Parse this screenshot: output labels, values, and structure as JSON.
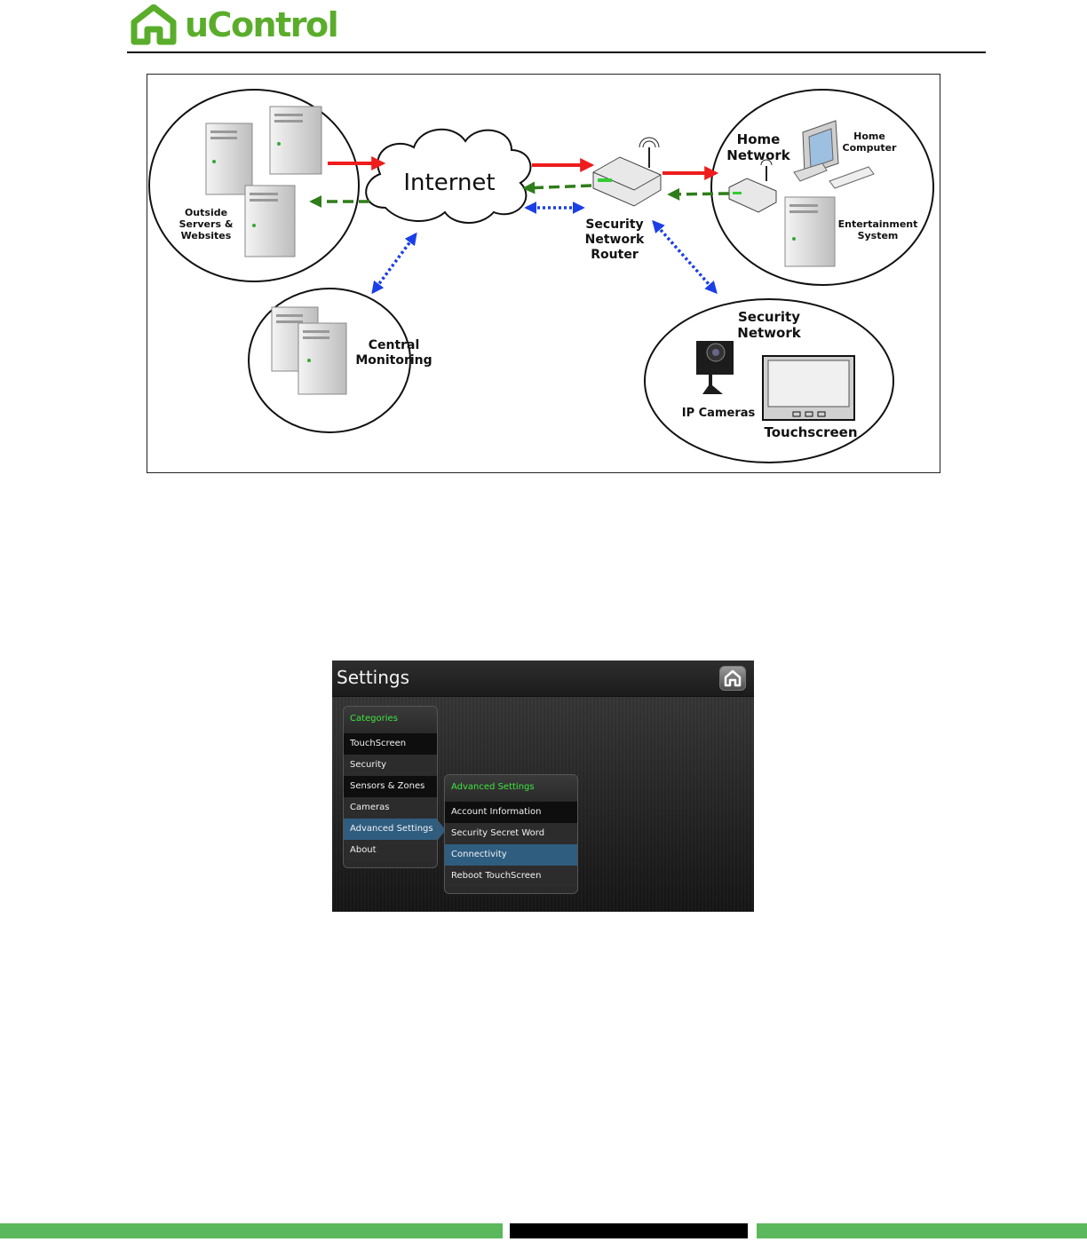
{
  "header": {
    "logo_text": "uControl",
    "brand_color": "#5aad2a"
  },
  "diagram": {
    "labels": {
      "internet": "Internet",
      "outside_servers": "Outside\nServers &\nWebsites",
      "home_network": "Home\nNetwork",
      "home_computer": "Home\nComputer",
      "entertainment_system": "Entertainment\nSystem",
      "security_network_router": "Security\nNetwork\nRouter",
      "central_monitoring": "Central\nMonitoring",
      "security_network": "Security\nNetwork",
      "ip_cameras": "IP Cameras",
      "touchscreen": "Touchscreen"
    },
    "colors": {
      "request_arrow": "#ee1c1c",
      "response_arrow": "#2e7d1a",
      "monitoring_link": "#1a3fe6"
    }
  },
  "settings_screen": {
    "title": "Settings",
    "home_icon": "home-icon",
    "categories": {
      "header": "Categories",
      "items": [
        "TouchScreen",
        "Security",
        "Sensors & Zones",
        "Cameras",
        "Advanced Settings",
        "About"
      ],
      "selected": "Advanced Settings"
    },
    "advanced": {
      "header": "Advanced Settings",
      "items": [
        "Account Information",
        "Security Secret Word",
        "Connectivity",
        "Reboot TouchScreen"
      ],
      "selected": "Connectivity"
    },
    "colors": {
      "section_header": "#3fe63f",
      "selection": "#2f5d80"
    }
  },
  "footer": {
    "colors": {
      "green": "#5cb85c",
      "black": "#000000"
    }
  }
}
